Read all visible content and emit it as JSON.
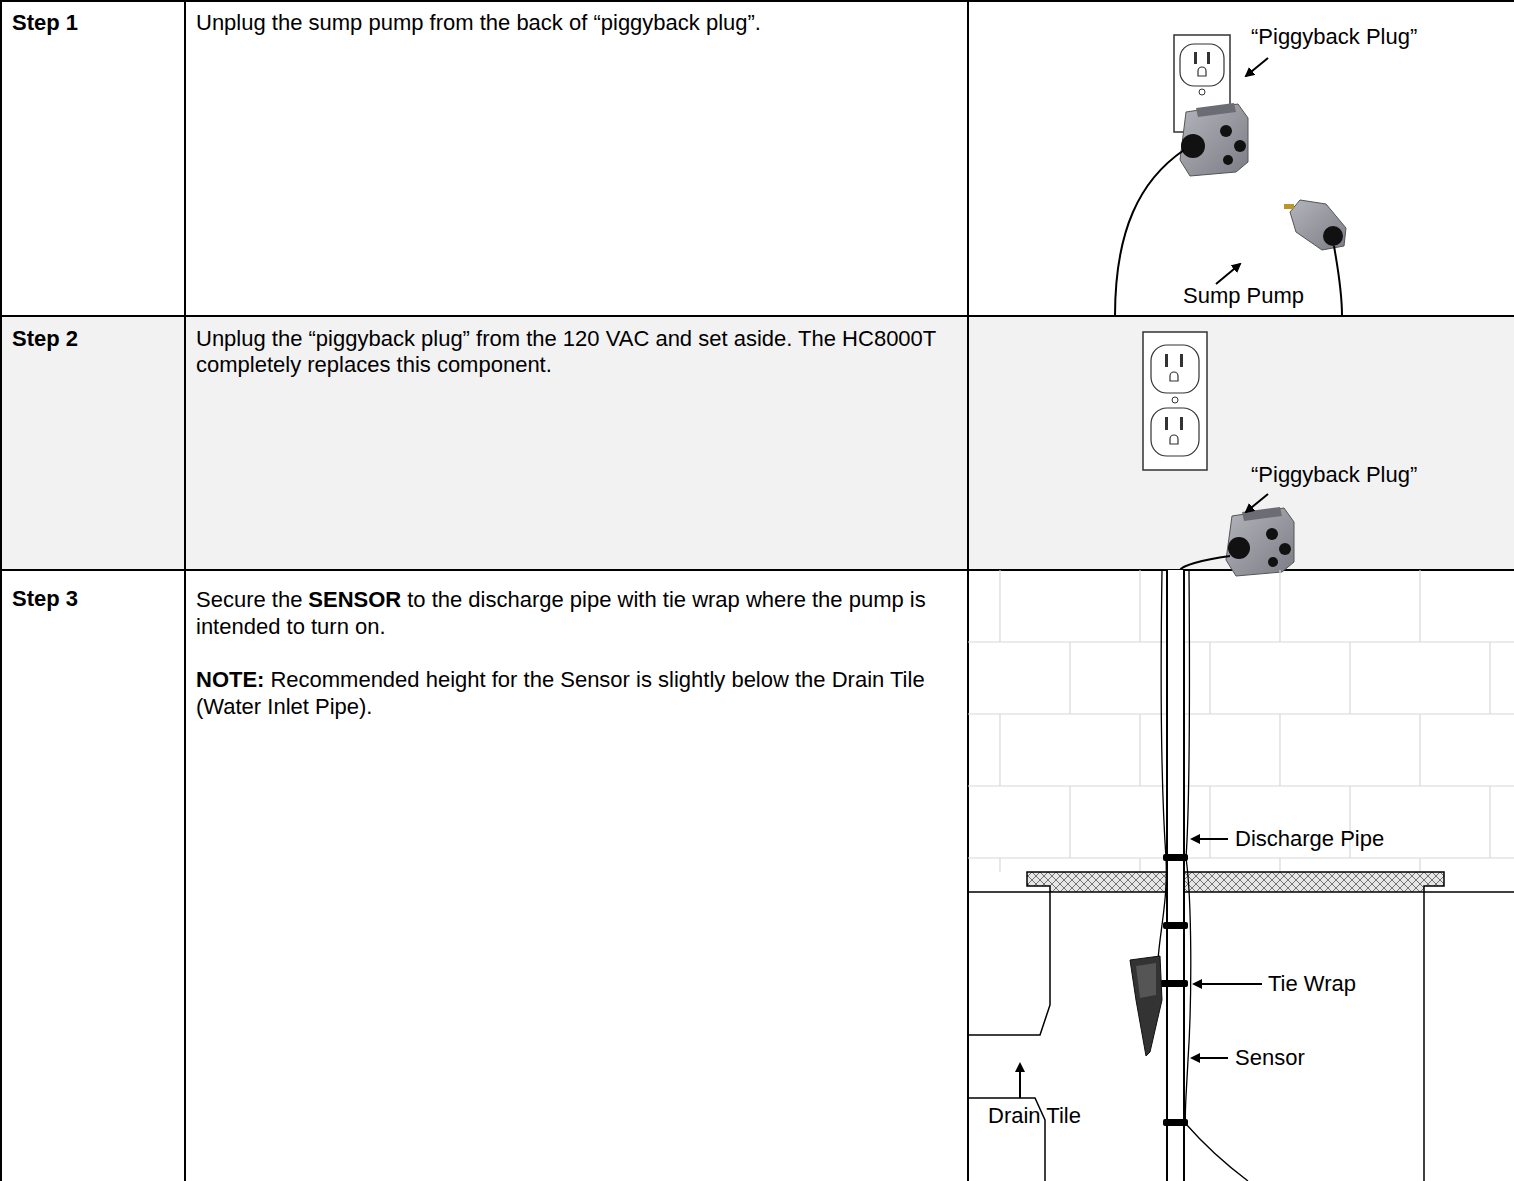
{
  "diagram": {
    "labels": [
      "Step 1",
      "Unplug the sump pump from the back of “piggyback plug”.",
      "“Piggyback Plug”",
      "Sump Pump",
      "Step 2",
      "Unplug the “piggyback plug” from the 120 VAC and set aside. The HC8000T completely replaces this component.",
      "“Piggyback Plug”",
      "Step 3",
      "Secure the",
      "SENSOR",
      "to the discharge pipe with tie wrap where the pump is intended to turn on.",
      "NOTE:",
      "Recommended height for the Sensor is slightly below the Drain Tile (Water Inlet Pipe).",
      "Discharge Pipe",
      "Tie Wrap",
      "Sensor",
      "Drain Tile"
    ]
  }
}
